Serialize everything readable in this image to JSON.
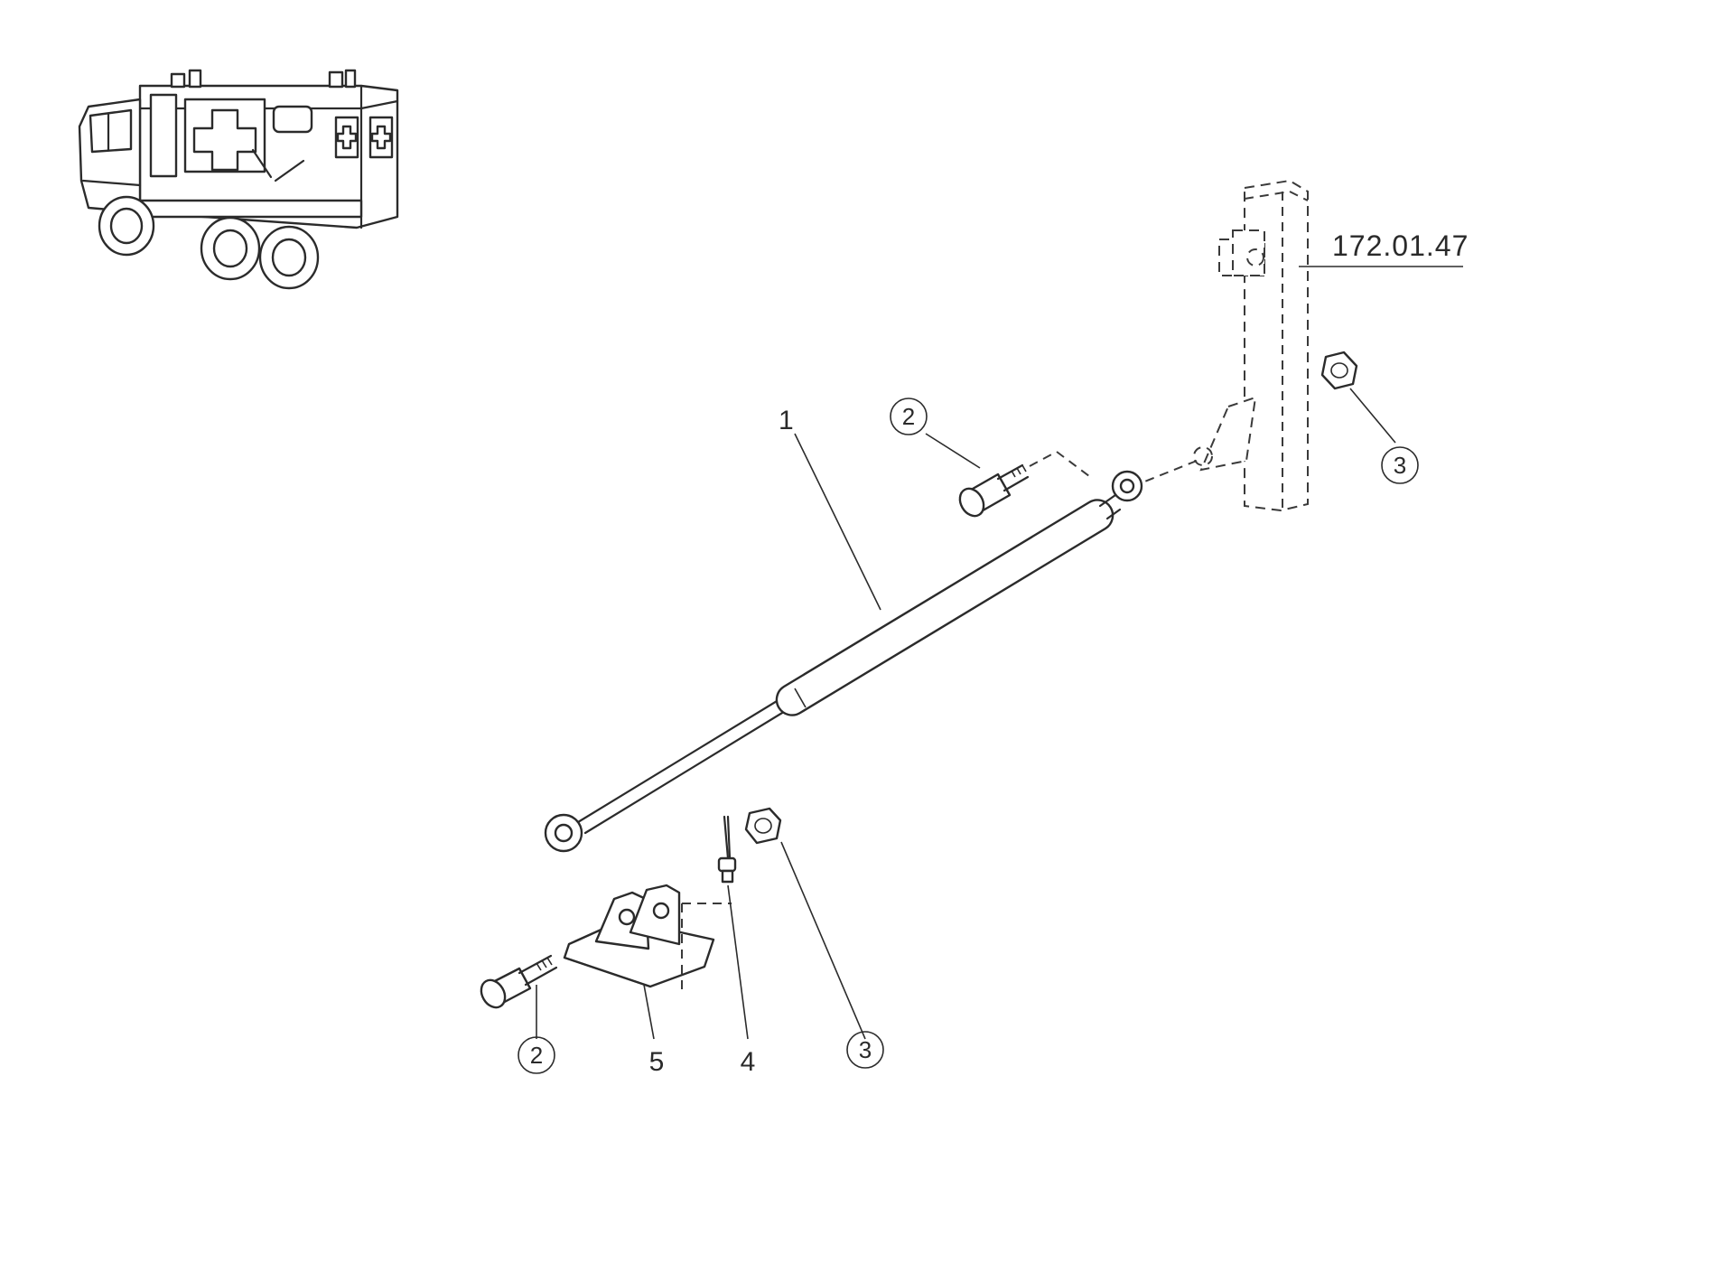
{
  "reference_number": "172.01.47",
  "callouts": {
    "gas_strut": "1",
    "screw_upper": "2",
    "screw_lower": "2",
    "nut_upper": "3",
    "nut_lower": "3",
    "pin": "4",
    "bracket": "5"
  },
  "icons": {
    "vehicle": "ambulance-truck-icon"
  }
}
